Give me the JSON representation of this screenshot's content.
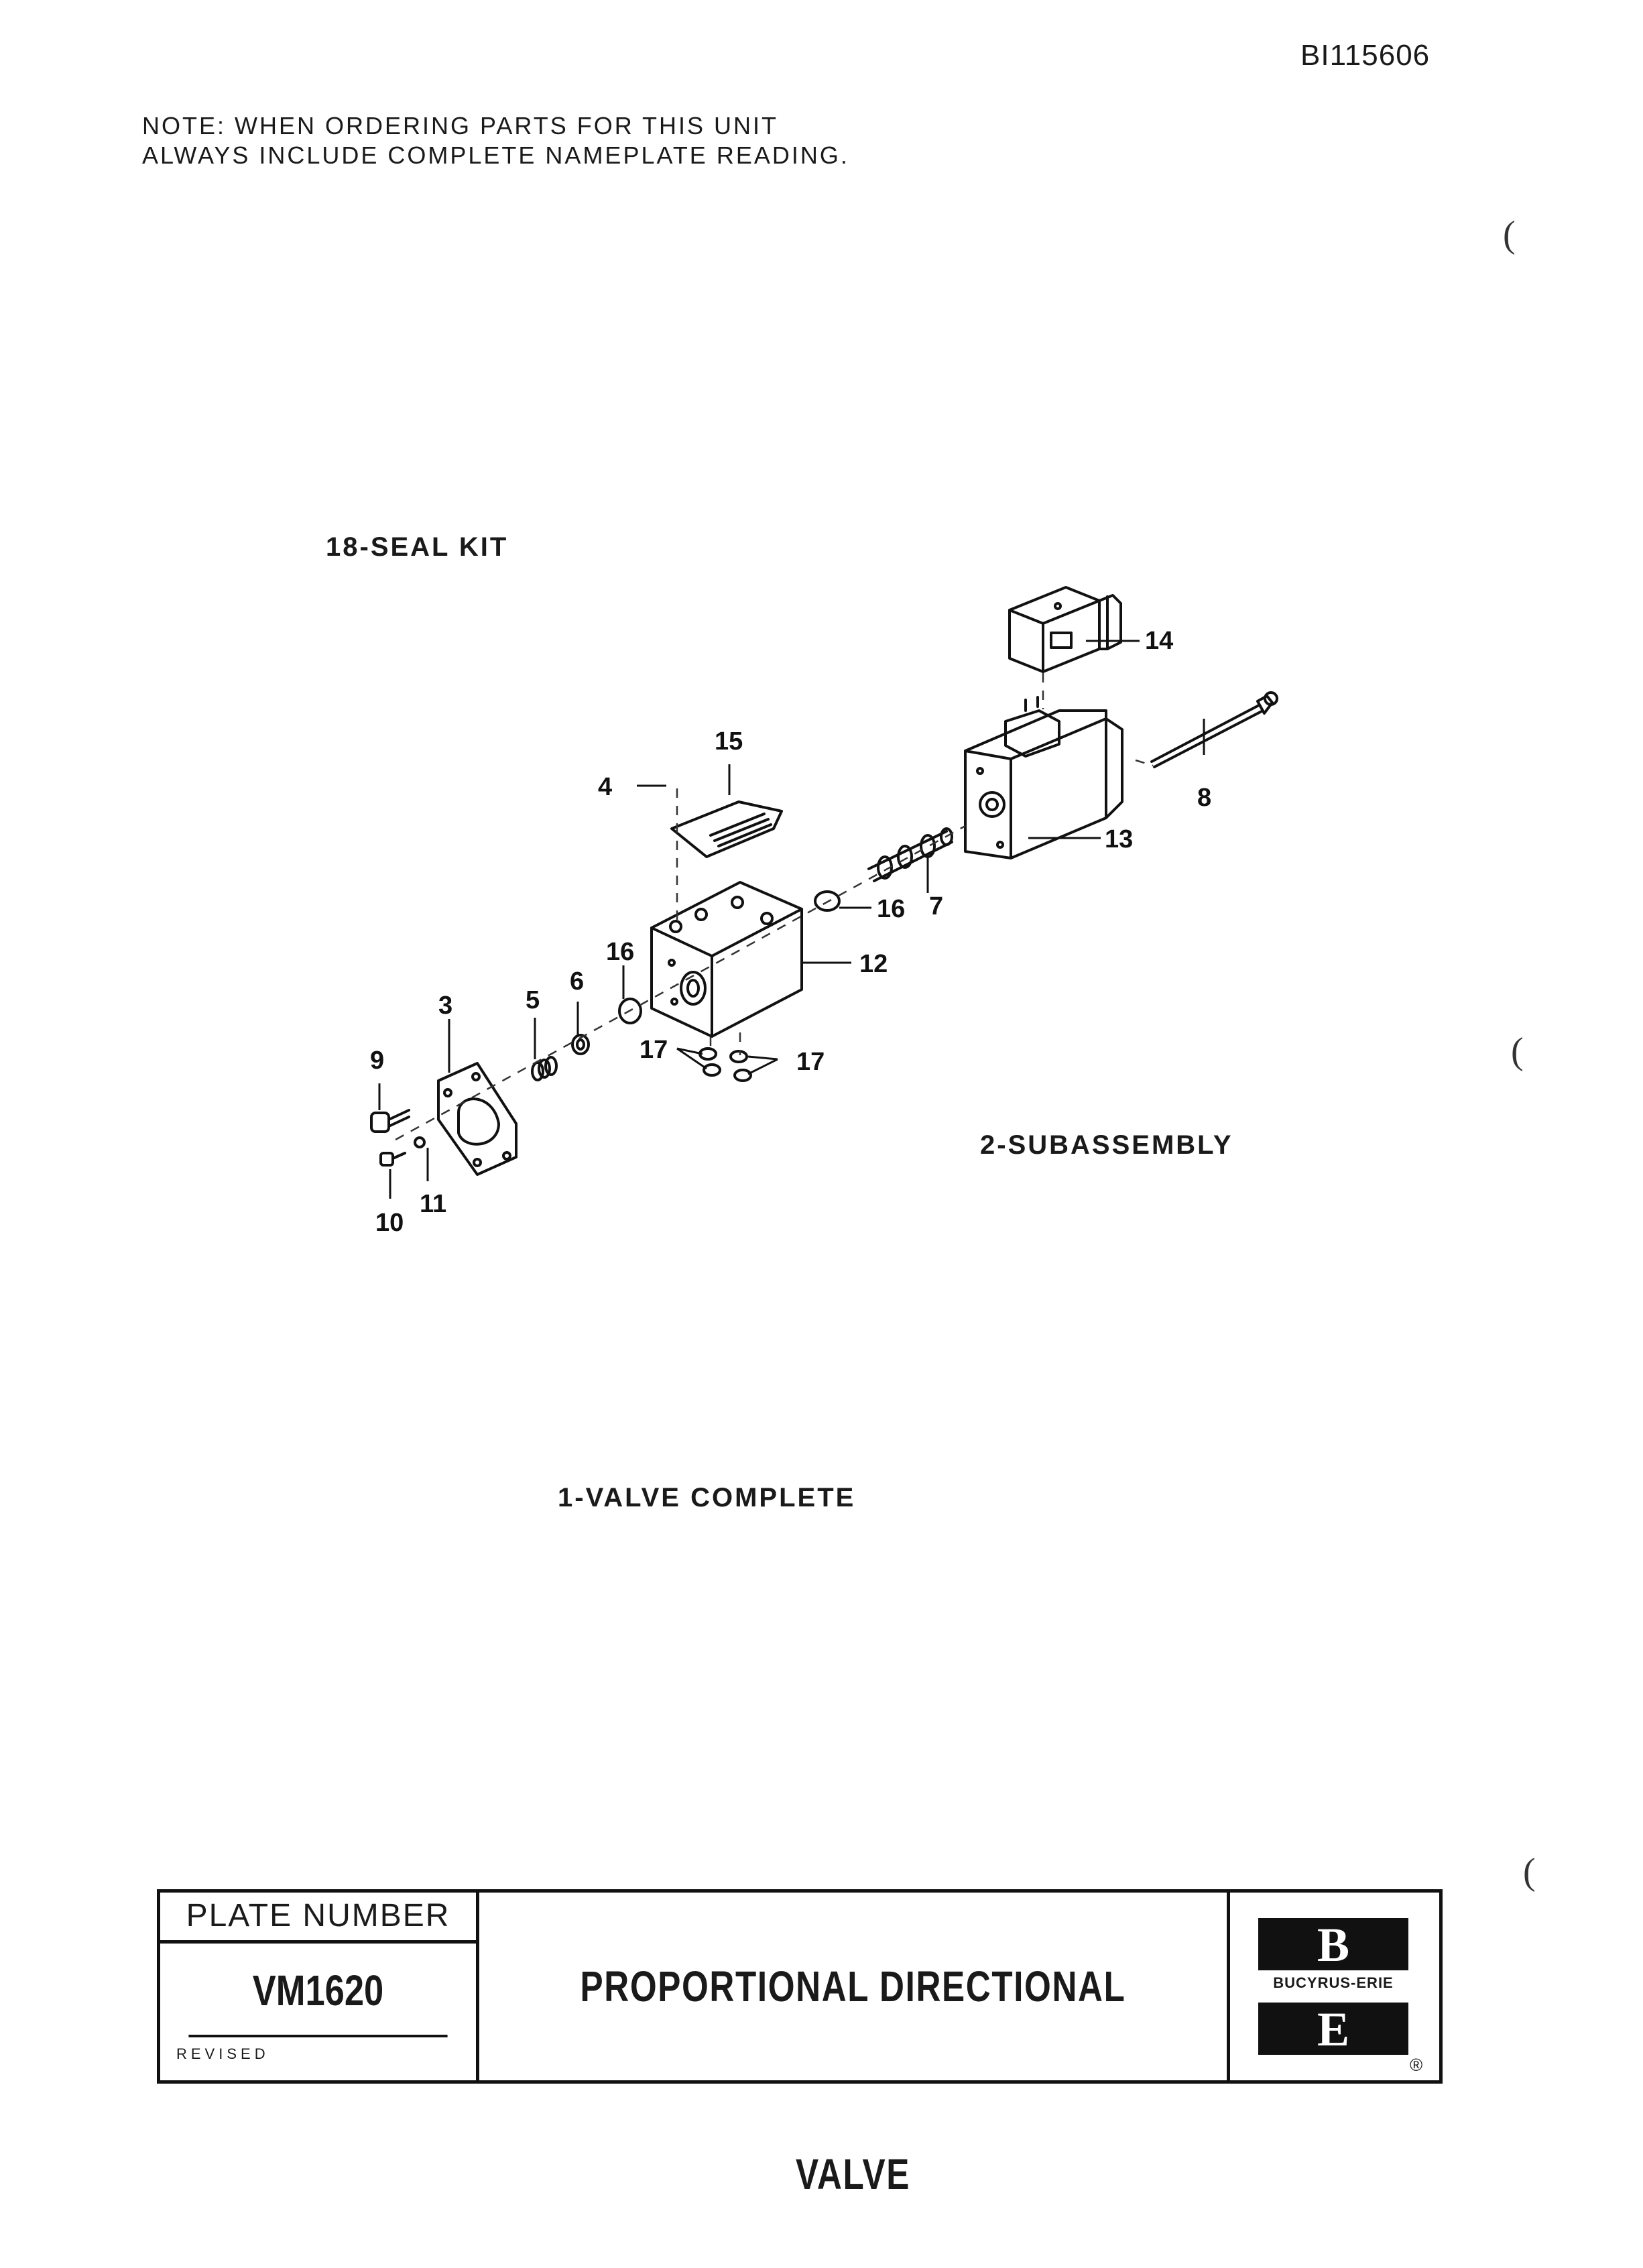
{
  "document_id": "BI115606",
  "note": {
    "line1": "NOTE:  WHEN ORDERING PARTS FOR THIS UNIT",
    "line2": "ALWAYS INCLUDE COMPLETE NAMEPLATE READING."
  },
  "labels": {
    "seal_kit": "18-SEAL  KIT",
    "subassembly": "2-SUBASSEMBLY",
    "valve_complete": "1-VALVE  COMPLETE"
  },
  "callouts": {
    "c3": "3",
    "c4": "4",
    "c5": "5",
    "c6": "6",
    "c7": "7",
    "c8": "8",
    "c9": "9",
    "c10": "10",
    "c11": "11",
    "c12": "12",
    "c13": "13",
    "c14": "14",
    "c15": "15",
    "c16a": "16",
    "c16b": "16",
    "c17a": "17",
    "c17b": "17"
  },
  "title_block": {
    "plate_label": "PLATE NUMBER",
    "plate_number": "VM1620",
    "revised_label": "REVISED",
    "title": "PROPORTIONAL DIRECTIONAL VALVE",
    "logo_top_letter": "B",
    "logo_name": "BUCYRUS-ERIE",
    "logo_bottom_letter": "E",
    "registered_mark": "®"
  }
}
